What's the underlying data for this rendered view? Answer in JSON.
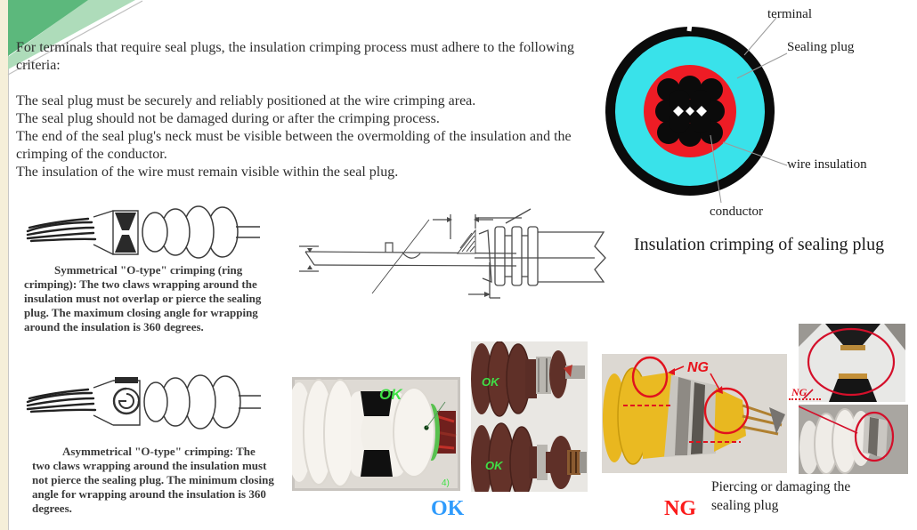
{
  "intro": {
    "paragraph1": "For terminals that require seal plugs, the insulation crimping process must adhere to the following criteria:",
    "criteria": [
      "The seal plug must be securely and reliably positioned at the wire crimping area.",
      "The seal plug should not be damaged during or after the crimping process.",
      "The end of the seal plug's neck must be visible between the overmolding of the insulation and the crimping of the conductor.",
      "The insulation of the wire must remain visible within the seal plug."
    ]
  },
  "cross_section": {
    "terminal": "terminal",
    "sealing_plug": "Sealing plug",
    "wire_insulation": "wire insulation",
    "conductor": "conductor",
    "caption": "Insulation crimping of sealing plug",
    "colors": {
      "terminal_ring": "#0b0b0b",
      "sealing_plug": "#39e2ea",
      "wire_insulation": "#ee1c25",
      "conductor": "#0b0b0b"
    }
  },
  "figures": {
    "symmetrical_caption": "Symmetrical \"O-type\" crimping (ring crimping): The two claws wrapping around the insulation must not overlap or pierce the sealing plug. The maximum closing angle for wrapping around the insulation is 360 degrees.",
    "asymmetrical_caption": "Asymmetrical \"O-type\" crimping: The two claws wrapping around the insulation must not pierce the sealing plug. The minimum closing angle for wrapping around the insulation is 360 degrees."
  },
  "photos": {
    "ok_group_label": "OK",
    "ng_group_label": "NG",
    "white_plug_ok": "OK",
    "white_plug_note": "4)",
    "brown_top_ok": "OK",
    "brown_bottom_ok": "OK",
    "yellow_ng": "NG",
    "right_ng": "NG",
    "ng_caption": "Piercing or damaging the sealing plug"
  },
  "colors": {
    "ok_blue": "#2f9bfc",
    "ng_red": "#fb1b1b",
    "photo_ok_green": "#3fe046",
    "annotation_red": "#e01220",
    "ribbon_green_dark": "#5cb87c",
    "ribbon_green_light": "#aedcba",
    "left_strip": "#f5efd9"
  }
}
